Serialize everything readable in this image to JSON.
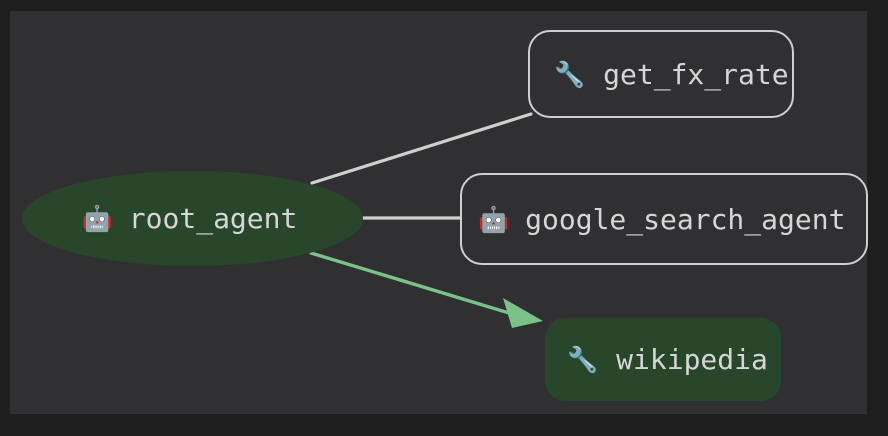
{
  "diagram": {
    "title": "agent-graph",
    "background_color": "#303032",
    "frame_color": "#1e1e1f",
    "nodes": [
      {
        "id": "root_agent",
        "label": "root_agent",
        "icon": "robot-emoji",
        "icon_glyph": "🤖",
        "shape": "ellipse",
        "fill": "#27462a",
        "border": "none",
        "text_color": "#d6d6d6"
      },
      {
        "id": "get_fx_rate",
        "label": "get_fx_rate",
        "icon": "wrench-emoji",
        "icon_glyph": "🔧",
        "shape": "rounded-rect",
        "fill": "#303032",
        "border": "#cfcfcf",
        "text_color": "#d6d6d6"
      },
      {
        "id": "google_search_agent",
        "label": "google_search_agent",
        "icon": "robot-emoji",
        "icon_glyph": "🤖",
        "shape": "rounded-rect",
        "fill": "#303032",
        "border": "#cfcfcf",
        "text_color": "#d6d6d6"
      },
      {
        "id": "wikipedia",
        "label": "wikipedia",
        "icon": "wrench-emoji",
        "icon_glyph": "🔧",
        "shape": "rounded-rect",
        "fill": "#27462a",
        "border": "none",
        "text_color": "#d6d6d6"
      }
    ],
    "edges": [
      {
        "id": "root-to-get-fx-rate",
        "from": "root_agent",
        "to": "get_fx_rate",
        "color": "#cfcfcf",
        "arrow": false
      },
      {
        "id": "root-to-google-search-agent",
        "from": "root_agent",
        "to": "google_search_agent",
        "color": "#cfcfcf",
        "arrow": false
      },
      {
        "id": "root-to-wikipedia",
        "from": "root_agent",
        "to": "wikipedia",
        "color": "#79c288",
        "arrow": true
      }
    ]
  }
}
